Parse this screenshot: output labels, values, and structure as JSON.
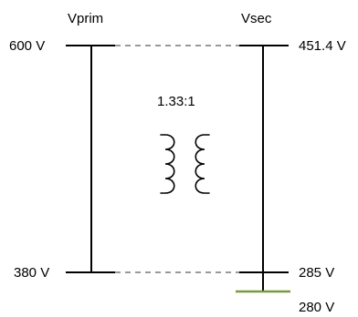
{
  "primary": {
    "header": "Vprim",
    "top_voltage": "600 V",
    "bottom_voltage": "380 V"
  },
  "secondary": {
    "header": "Vsec",
    "top_voltage": "451.4 V",
    "bottom_voltage": "285 V",
    "tap_voltage": "280 V"
  },
  "transformer": {
    "ratio": "1.33:1",
    "icon": "transformer-icon"
  },
  "colors": {
    "line": "#000000",
    "dashed": "#333333",
    "tap": "#7a9a3a"
  }
}
